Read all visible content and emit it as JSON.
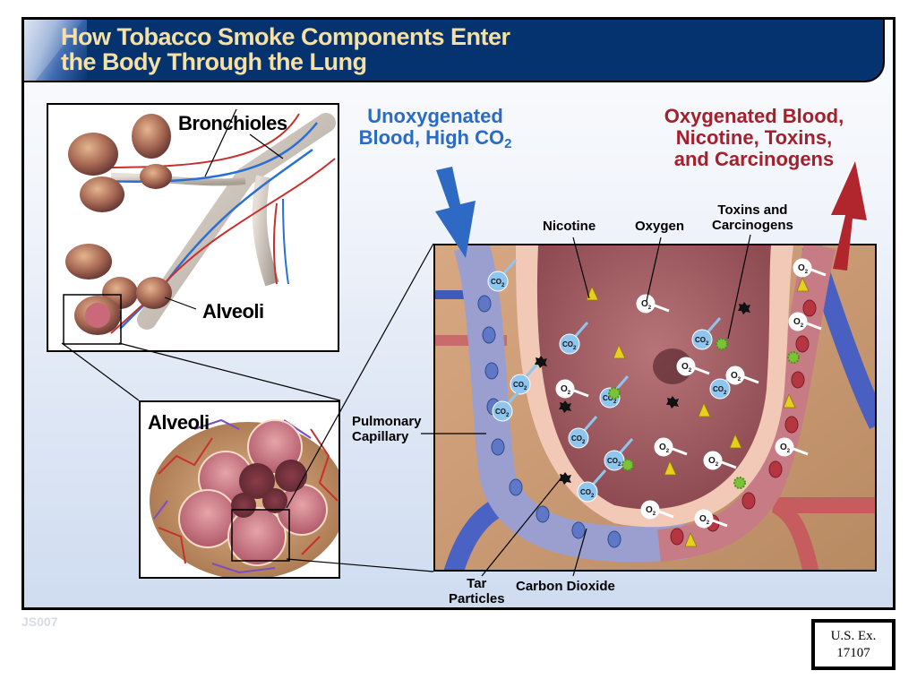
{
  "header": {
    "title": "How Tobacco Smoke Components Enter\nthe Body Through the Lung"
  },
  "flow_labels": {
    "incoming": {
      "text": "Unoxygenated\nBlood, High CO",
      "subscript": "2",
      "color": "#2b6bc2"
    },
    "outgoing": {
      "text": "Oxygenated Blood,\nNicotine, Toxins,\nand Carcinogens",
      "color": "#a4202a"
    }
  },
  "panels": {
    "bronchioles": {
      "labels": {
        "bronchioles": "Bronchioles",
        "alveoli": "Alveoli"
      }
    },
    "alveoli_detail": {
      "label": "Alveoli"
    },
    "cross_section": {
      "callouts": {
        "nicotine": "Nicotine",
        "oxygen": "Oxygen",
        "toxins": "Toxins and\nCarcinogens",
        "pulmonary_capillary": "Pulmonary\nCapillary",
        "tar_particles": "Tar\nParticles",
        "carbon_dioxide": "Carbon Dioxide"
      },
      "molecules": {
        "co2": {
          "base": "CO",
          "sub": "2"
        },
        "o2": {
          "base": "O",
          "sub": "2"
        }
      }
    }
  },
  "colors": {
    "header_bg": "#04336f",
    "title_text": "#f6e1a4",
    "blue_arrow": "#2e69c4",
    "red_arrow": "#b0262c",
    "co2_bubble": "#8ec6f0",
    "o2_bubble": "#ffffff"
  },
  "footer": {
    "code": "JS007",
    "exhibit": "U.S. Ex.\n17107"
  }
}
